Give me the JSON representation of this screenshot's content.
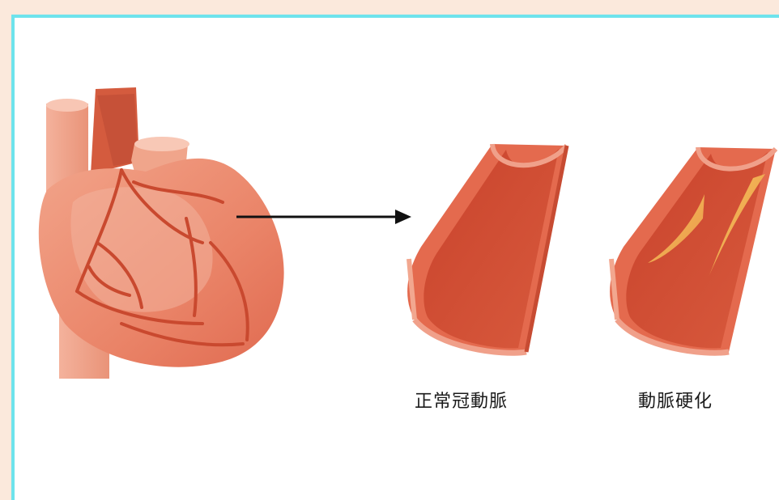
{
  "labels": {
    "normal_artery": "正常冠動脈",
    "atherosclerosis": "動脈硬化"
  },
  "colors": {
    "frame_border": "#6ee3ec",
    "page_background": "#fbe9dc",
    "heart": "#e9876d",
    "artery_wall": "#d9573c",
    "plaque": "#f2b24a",
    "arrow": "#111111"
  },
  "icons": [
    "heart-illustration",
    "arrow-right-icon",
    "artery-illustration"
  ]
}
